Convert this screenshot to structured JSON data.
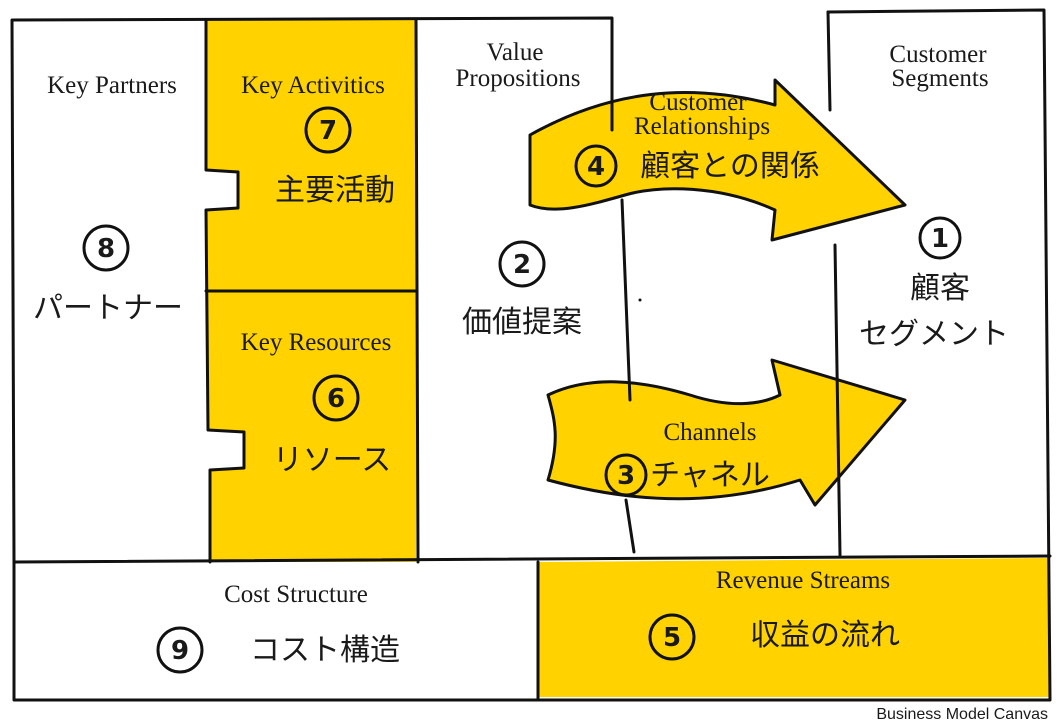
{
  "colors": {
    "accent": "#ffd200",
    "ink": "#1a1a1a",
    "paper": "#ffffff"
  },
  "blocks": {
    "key_partners": {
      "label": "Key Partners",
      "number": "8",
      "jp": "パートナー"
    },
    "key_activities": {
      "label": "Key Activitics",
      "number": "7",
      "jp": "主要活動"
    },
    "key_resources": {
      "label": "Key Resources",
      "number": "6",
      "jp": "リソース"
    },
    "value_propositions": {
      "label1": "Value",
      "label2": "Propositions",
      "number": "2",
      "jp": "価値提案"
    },
    "customer_relationships": {
      "label1": "Customer",
      "label2": "Relationships",
      "number": "4",
      "jp": "顧客との関係"
    },
    "channels": {
      "label": "Channels",
      "number": "3",
      "jp": "チャネル"
    },
    "customer_segments": {
      "label1": "Customer",
      "label2": "Segments",
      "number": "1",
      "jp1": "顧客",
      "jp2": "セグメント"
    },
    "cost_structure": {
      "label": "Cost Structure",
      "number": "9",
      "jp": "コスト構造"
    },
    "revenue_streams": {
      "label": "Revenue Streams",
      "number": "5",
      "jp": "収益の流れ"
    }
  },
  "footer": {
    "credit": "Business Model Canvas"
  }
}
